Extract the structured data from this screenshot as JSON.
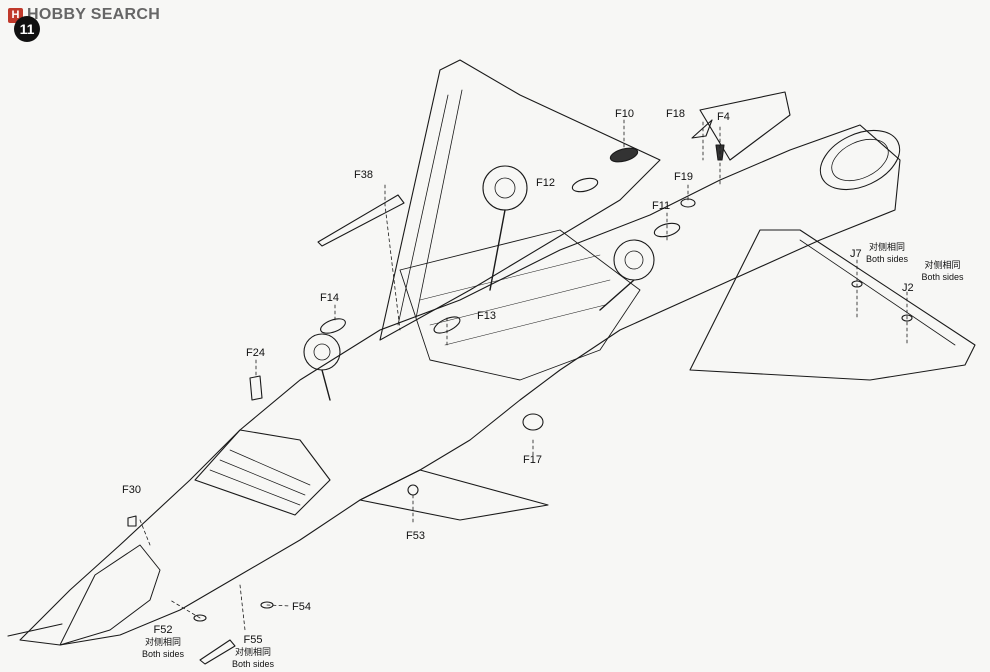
{
  "watermark": {
    "brand": "HOBBY SEARCH",
    "mark": "H"
  },
  "step_number": "11",
  "callouts": {
    "F10": "F10",
    "F18": "F18",
    "F4": "F4",
    "F12": "F12",
    "F19": "F19",
    "F11": "F11",
    "F38": "F38",
    "F14": "F14",
    "F13": "F13",
    "F24": "F24",
    "F17": "F17",
    "F53": "F53",
    "F30": "F30",
    "F52": "F52",
    "F54": "F54",
    "F55": "F55",
    "J7": "J7",
    "J2": "J2"
  },
  "notes": {
    "both_sides_cn": "对侧相同",
    "both_sides_en": "Both sides"
  },
  "colors": {
    "ink": "#111111",
    "paper": "#f7f7f5",
    "brand_red": "#c0392b",
    "brand_grey": "#666666"
  }
}
